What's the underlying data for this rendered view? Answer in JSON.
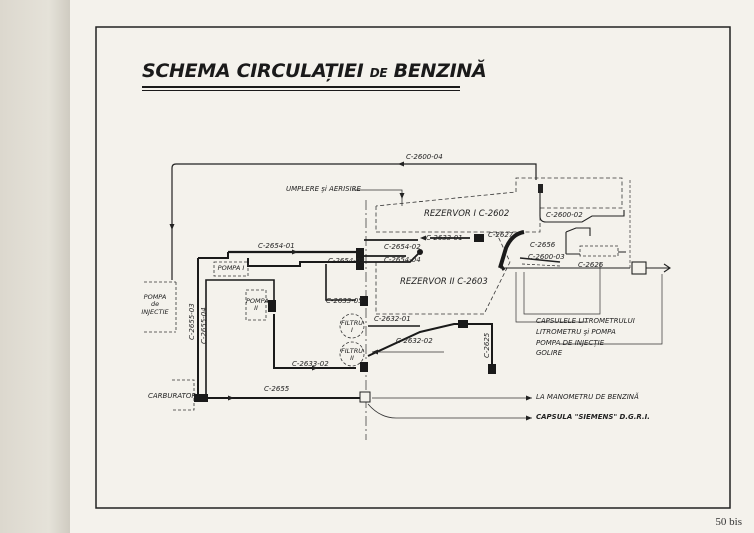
{
  "title": {
    "main": "SCHEMA CIRCULAȚIEI",
    "de": "DE",
    "end": "BENZINĂ"
  },
  "labels": {
    "c2600_04": "C-2600-04",
    "umplere": "UMPLERE şi AERISIRE",
    "rezervor1": "REZERVOR I C-2602",
    "rezervor2": "REZERVOR II C-2603",
    "c2600_02": "C-2600-02",
    "c2654_01": "C-2654-01",
    "c2633_01": "C-2633-01",
    "c2654_02": "C-2654-02",
    "c2654_03": "C-2654-03",
    "c2654_04": "C-2654-04",
    "c2627": "C-2627",
    "c2656": "C-2656",
    "c2600_03": "C-2600-03",
    "c2626": "C-2626",
    "pompa1": "POMPA I",
    "pompa2a": "POMPA",
    "pompa2b": "II",
    "pompa_injectie_a": "POMPA",
    "pompa_injectie_b": "de",
    "pompa_injectie_c": "INJECTIE",
    "c2655_03": "C-2655-03",
    "c2655_04": "C-2655-04",
    "c2633_05": "C-2633-05",
    "filtru1a": "FILTRU",
    "filtru1b": "I",
    "filtru2a": "FILTRU",
    "filtru2b": "II",
    "c2632_01": "C-2632-01",
    "c2633_02": "C-2633-02",
    "c2632_02": "C-2632-02",
    "c2625": "C-2625",
    "carburator": "CARBURATOR",
    "c2655": "C-2655",
    "capsulele": "CAPSULELE LITROMETRULUI",
    "litrometru": "LITROMETRU şi POMPA",
    "pompa_de_injectie": "POMPA DE INJECȚIE",
    "golire": "GOLIRE",
    "manometru": "LA MANOMETRU DE BENZINĂ",
    "capsula": "CAPSULA \"SIEMENS\" D.G.R.I."
  },
  "page_number": "50 bis",
  "colors": {
    "ink": "#1f1f1f",
    "paper": "#f4f2ec",
    "margin": "#e3e0d7"
  }
}
